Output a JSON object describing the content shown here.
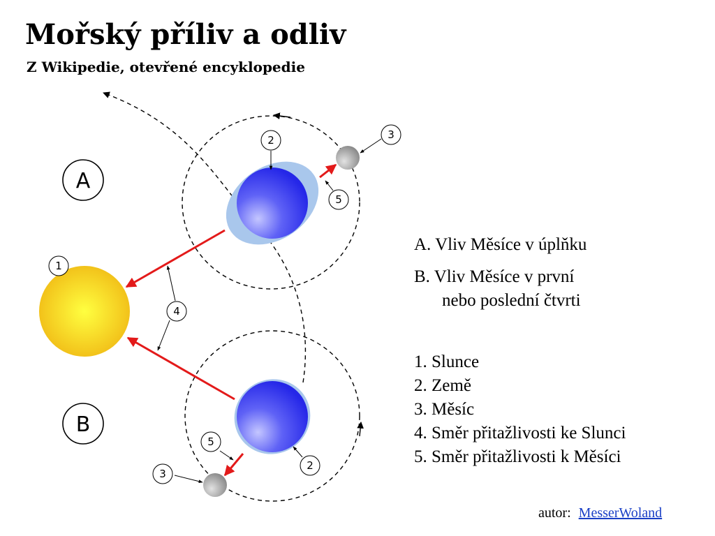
{
  "header": {
    "title": "Mořský příliv a odliv",
    "subtitle": "Z Wikipedie, otevřené encyklopedie"
  },
  "diagram": {
    "panel_labels": [
      "A",
      "B"
    ],
    "callouts": [
      "1",
      "2",
      "3",
      "4",
      "5",
      "2",
      "3",
      "5"
    ],
    "colors": {
      "sun": "#f7d20f",
      "earth": "#3a3cf0",
      "tide_bulge": "#a9c7ec",
      "moon": "#9a9a9a",
      "force_arrow": "#e31a1a"
    }
  },
  "legend": {
    "phases": [
      {
        "line1": "A. Vliv Měsíce v úplňku",
        "line2": ""
      },
      {
        "line1": "B. Vliv Měsíce v první",
        "line2": "nebo poslední čtvrti"
      }
    ],
    "items": [
      "1. Slunce",
      "2. Země",
      "3. Měsíc",
      "4. Směr přitažlivosti ke Slunci",
      "5. Směr přitažlivosti k Měsíci"
    ]
  },
  "credit": {
    "prefix": "autor:",
    "author": "MesserWoland"
  }
}
